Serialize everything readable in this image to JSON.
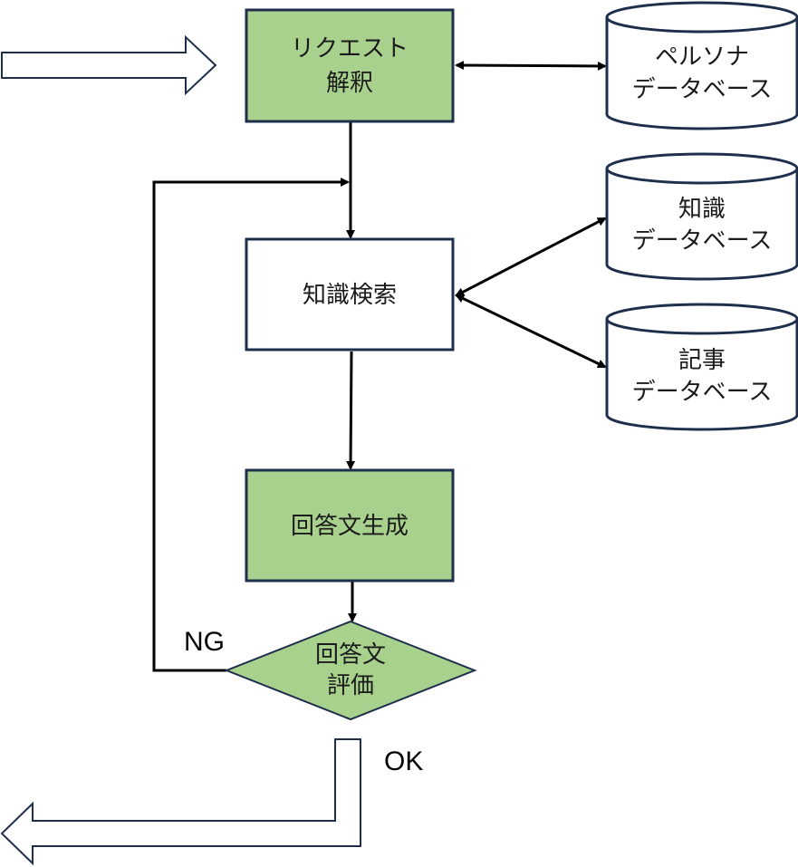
{
  "colors": {
    "process_fill": "#a9d18e",
    "box_stroke": "#1f2f4b",
    "db_stroke": "#1f2f4b",
    "line": "#000000"
  },
  "nodes": {
    "request": [
      "リクエスト",
      "解釈"
    ],
    "search": [
      "知識検索"
    ],
    "generate": [
      "回答文生成"
    ],
    "evaluate": [
      "回答文",
      "評価"
    ]
  },
  "databases": {
    "persona": [
      "ペルソナ",
      "データベース"
    ],
    "knowledge": [
      "知識",
      "データベース"
    ],
    "article": [
      "記事",
      "データベース"
    ]
  },
  "labels": {
    "ng": "NG",
    "ok": "OK"
  }
}
